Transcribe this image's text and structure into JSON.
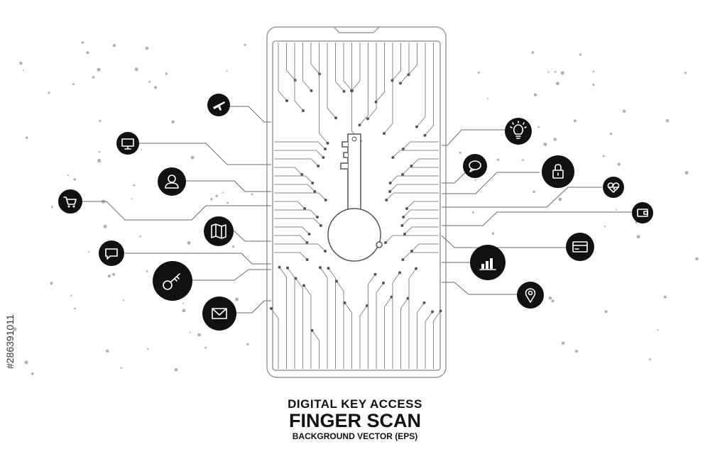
{
  "illustration": {
    "icons": [
      {
        "name": "airplane-icon"
      },
      {
        "name": "monitor-icon"
      },
      {
        "name": "user-icon"
      },
      {
        "name": "shopping-cart-icon"
      },
      {
        "name": "map-icon"
      },
      {
        "name": "chat-bubble-icon"
      },
      {
        "name": "key-icon"
      },
      {
        "name": "envelope-icon"
      },
      {
        "name": "lightbulb-icon"
      },
      {
        "name": "speech-bubble-icon"
      },
      {
        "name": "padlock-icon"
      },
      {
        "name": "heart-rate-icon"
      },
      {
        "name": "wallet-icon"
      },
      {
        "name": "credit-card-icon"
      },
      {
        "name": "bar-chart-icon"
      },
      {
        "name": "location-pin-icon"
      }
    ],
    "colors": {
      "icon": "#111111",
      "trace": "#6a6a6a",
      "background": "#ffffff"
    }
  },
  "caption": {
    "line1": "DIGITAL KEY ACCESS",
    "line2": "FINGER SCAN",
    "line3": "BACKGROUND VECTOR (EPS)"
  },
  "stock_id": "#286391011"
}
